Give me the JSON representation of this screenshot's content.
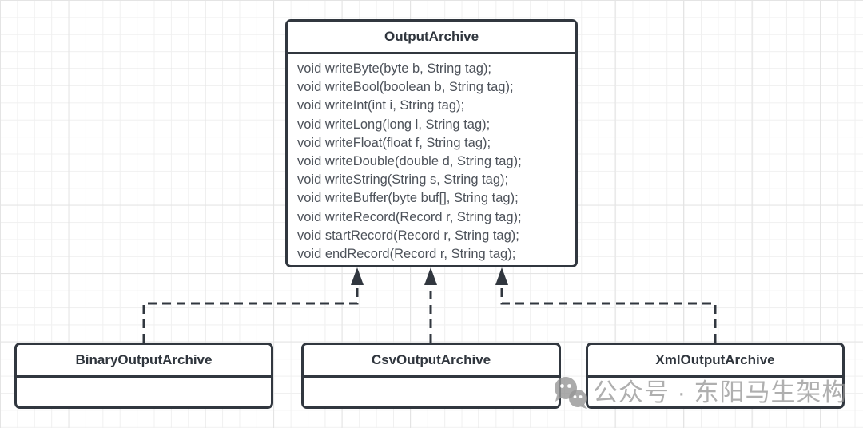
{
  "diagram": {
    "parent": {
      "name": "OutputArchive",
      "methods": [
        "void writeByte(byte b, String tag);",
        "void writeBool(boolean b, String tag);",
        "void writeInt(int i, String tag);",
        "void writeLong(long l, String tag);",
        "void writeFloat(float f, String tag);",
        "void writeDouble(double d, String tag);",
        "void writeString(String s, String tag);",
        "void writeBuffer(byte buf[], String tag);",
        "void writeRecord(Record r, String tag);",
        "void startRecord(Record r, String tag);",
        "void endRecord(Record r, String tag);"
      ]
    },
    "subclasses": [
      {
        "name": "BinaryOutputArchive"
      },
      {
        "name": "CsvOutputArchive"
      },
      {
        "name": "XmlOutputArchive"
      }
    ],
    "relation_style": "dashed-line-hollowless-solid-arrow-up"
  },
  "watermark": {
    "icon": "wechat-icon",
    "text": "公众号 · 东阳马生架构"
  },
  "colors": {
    "box_border": "#31373f",
    "title_text": "#2f353d",
    "method_text": "#4d525a",
    "grid_minor": "#f0f0f0",
    "grid_major": "#e4e4e4",
    "watermark_gray": "#949494",
    "box_fill": "#ffffff"
  }
}
